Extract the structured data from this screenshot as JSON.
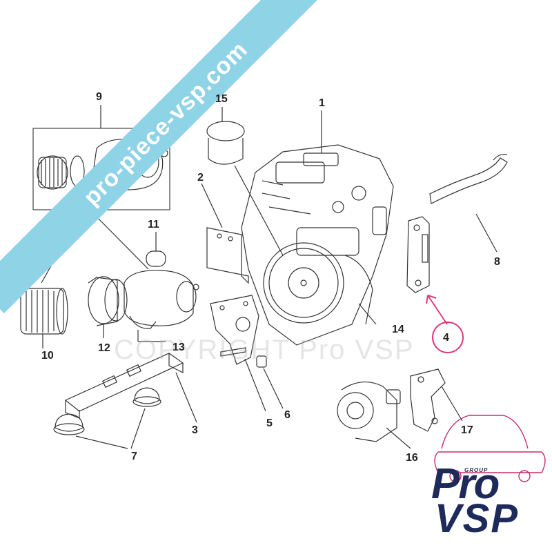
{
  "watermark_ribbon": "pro-piece-vsp.com",
  "watermark_copyright": "COPYRIGHT Pro VSP",
  "logo": {
    "group": "GROUP",
    "pro": "Pro",
    "vsp": "VSP"
  },
  "highlight_color": "#e0387a",
  "ribbon_color": "#8fd3e6",
  "logo_color": "#1e2a5a",
  "callouts": {
    "c1": "1",
    "c2": "2",
    "c3": "3",
    "c4": "4",
    "c5": "5",
    "c6": "6",
    "c7": "7",
    "c8": "8",
    "c9": "9",
    "c10": "10",
    "c11": "11",
    "c12": "12",
    "c13": "13",
    "c14": "14",
    "c15": "15",
    "c16": "16",
    "c17": "17"
  }
}
